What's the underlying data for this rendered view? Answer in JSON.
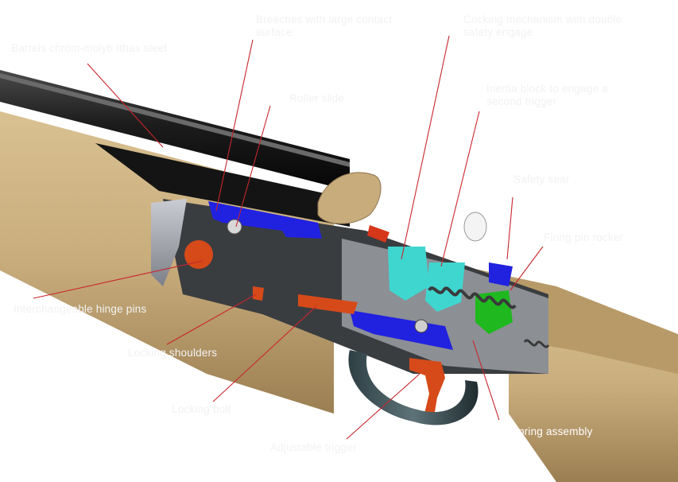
{
  "labels": {
    "barrels": "Barrels chrom-molyb Ithas steel",
    "breeches": "Breeches with large contact surface",
    "roller_slide": "Roller slide",
    "cocking_mechanism": "Cocking mechanism with double safety engage",
    "inertia_block": "Inertia block to engage a second trigger",
    "safety_sear": "Safety sear",
    "firing_pin": "Firing pin rocker",
    "hinge_pins": "Interchangeable hinge pins",
    "locking_shoulders": "Locking shoulders",
    "locking_bolt": "Locking bolt",
    "trigger": "Adjustable trigger",
    "coil_spring": "Coil main spring assembly"
  },
  "colors": {
    "stock": "#c8ac7c",
    "receiver_blue": "#2121e0",
    "hammer_cyan": "#3fd6d0",
    "sear_green": "#1fb81f",
    "red_parts": "#d64a1a",
    "leader": "#c8262c",
    "barrel": "#1a1a1a"
  }
}
